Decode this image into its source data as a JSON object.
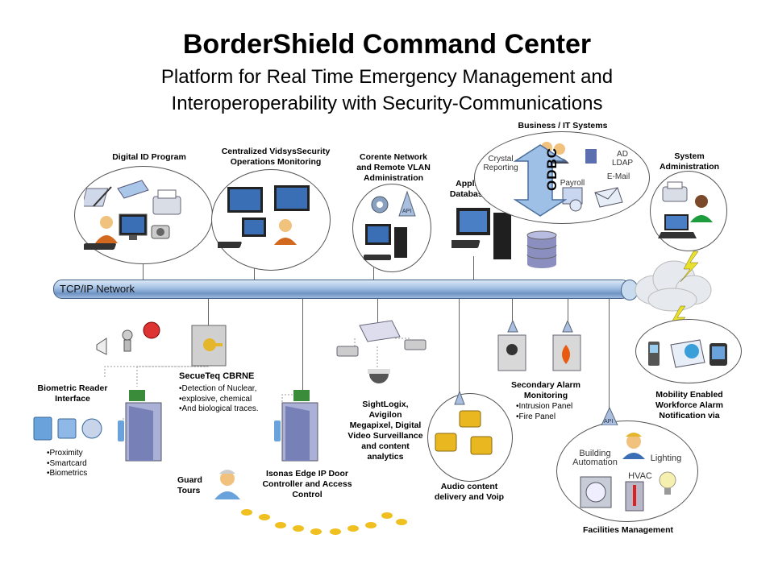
{
  "header": {
    "title": "BorderShield Command Center",
    "subtitle_line1": "Platform for Real Time Emergency Management and",
    "subtitle_line2": "Interoperoperability with  Security-Communications"
  },
  "network": {
    "label": "TCP/IP Network"
  },
  "odbc": {
    "label": "ODBC"
  },
  "top_nodes": {
    "digital_id": "Digital ID Program",
    "vidsys": "Centralized VidsysSecurity Operations Monitoring",
    "corente": "Corente Network and Remote VLAN Administration",
    "app_server": "Application & Database Server",
    "business": "Business /  IT Systems",
    "sysadmin": "System Administration"
  },
  "business_items": {
    "crystal": "Crystal Reporting",
    "payroll": "Payroll",
    "adldap": "AD LDAP",
    "email": "E-Mail"
  },
  "bottom_nodes": {
    "biometric": "Biometric Reader Interface",
    "biometric_list": [
      "Proximity",
      "Smartcard",
      "Biometrics"
    ],
    "secueteq": "SecueTeq CBRNE",
    "secueteq_list": [
      "Detection of Nuclear,",
      "explosive, chemical",
      "And biological traces."
    ],
    "guard": "Guard Tours",
    "isonas": "Isonas Edge IP Door Controller and Access Control",
    "sightlogix": "SightLogix, Avigilon Megapixel, Digital Video Surveillance and content analytics",
    "audio": "Audio content delivery and Voip",
    "secondary_alarm": "Secondary Alarm Monitoring",
    "secondary_list": [
      "Intrusion Panel",
      "Fire Panel"
    ],
    "mobility": "Mobility Enabled Workforce Alarm Notification via",
    "facilities": "Facilities Management",
    "building_automation": "Building Automation",
    "hvac": "HVAC",
    "lighting": "Lighting",
    "api": "API"
  },
  "colors": {
    "pipe": "#8fb0d9",
    "odbc_arrow": "#9fc0e6",
    "database": "#8a8fbf",
    "door": "#7880b8",
    "lightning": "#e8e02a"
  }
}
